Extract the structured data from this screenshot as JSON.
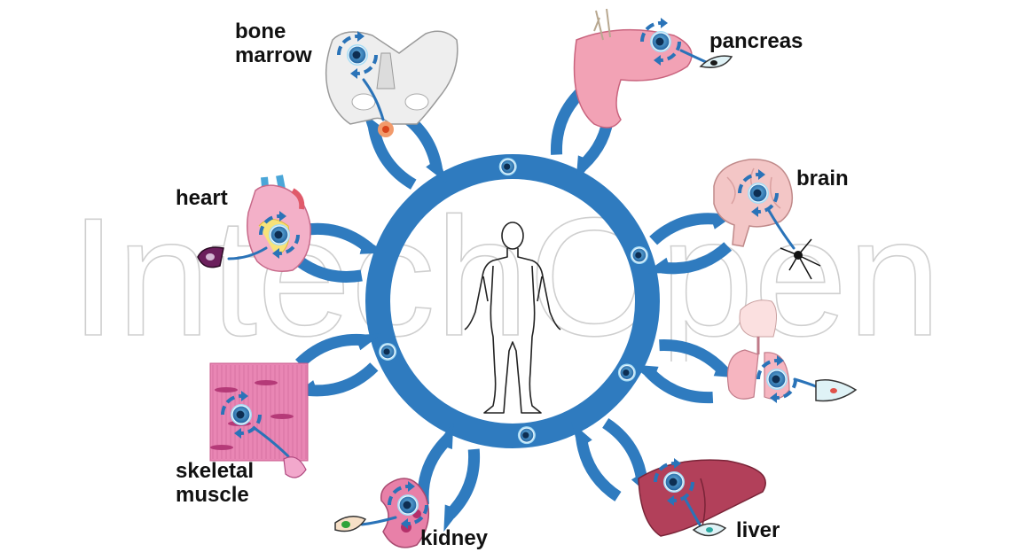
{
  "watermark": {
    "text": "IntechOpen"
  },
  "colors": {
    "ring": "#2f7bbf",
    "arrow": "#2f7bbf",
    "stem_cell_fill": "#3d8dc6",
    "stem_cell_nucleus": "#0d2e52",
    "stem_cell_glow": "#a6dcf5",
    "watermark": "#cfcfcf"
  },
  "center": {
    "icon": "human-body-outline"
  },
  "organs": [
    {
      "id": "bone-marrow",
      "lines": [
        "bone",
        "marrow"
      ],
      "icon": "pelvis-icon",
      "cell": "red-blood-cell"
    },
    {
      "id": "pancreas",
      "lines": [
        "pancreas"
      ],
      "icon": "pancreas-icon",
      "cell": "beta-cell"
    },
    {
      "id": "brain",
      "lines": [
        "brain"
      ],
      "icon": "brain-icon",
      "cell": "neuron"
    },
    {
      "id": "lung",
      "lines": [],
      "icon": "lungs-icon",
      "cell": "lung-epithelial-cell"
    },
    {
      "id": "liver",
      "lines": [
        "liver"
      ],
      "icon": "liver-icon",
      "cell": "hepatocyte"
    },
    {
      "id": "kidney",
      "lines": [
        "kidney"
      ],
      "icon": "kidney-icon",
      "cell": "kidney-cell"
    },
    {
      "id": "skeletal-muscle",
      "lines": [
        "skeletal",
        "muscle"
      ],
      "icon": "muscle-tissue-icon",
      "cell": "myocyte"
    },
    {
      "id": "heart",
      "lines": [
        "heart"
      ],
      "icon": "heart-icon",
      "cell": "cardiomyocyte"
    }
  ]
}
